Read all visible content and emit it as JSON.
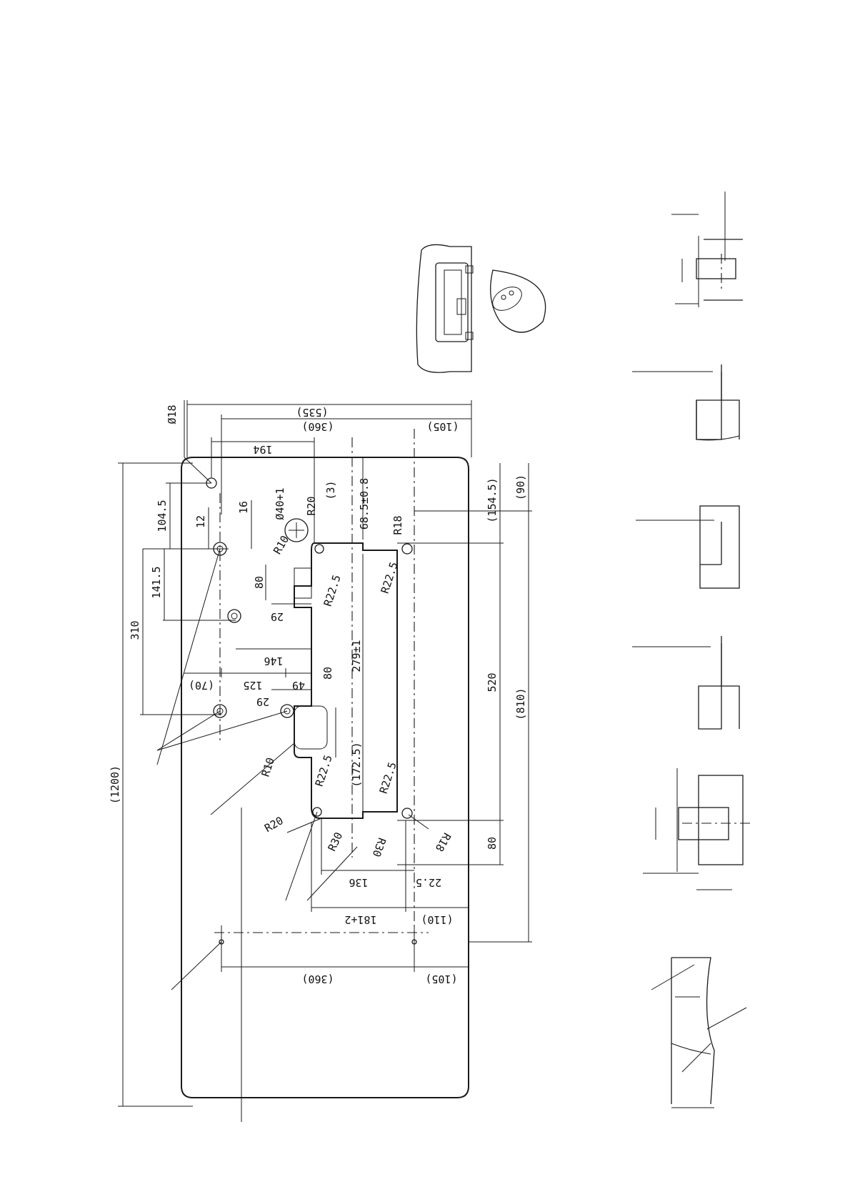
{
  "colors": {
    "ink": "#1a1a1a",
    "paper": "#ffffff"
  },
  "dims": {
    "d1200": "(1200)",
    "d810": "(810)",
    "d535": "(535)",
    "d360_top": "(360)",
    "d105_top": "(105)",
    "d194": "194",
    "d154_5": "(154.5)",
    "d90": "(90)",
    "d520": "520",
    "d80_right": "80",
    "d18_dia": "Ø18",
    "d104_5": "104.5",
    "d12": "12",
    "d16": "16",
    "d40_dia": "Ø40+1",
    "dR20_top": "R20",
    "d3": "(3)",
    "d68_5": "68.5±0.8",
    "dR18_top": "R18",
    "dR10_top": "R10",
    "d80_inner": "80",
    "dR22_5_a": "R22.5",
    "dR22_5_b": "R22.5",
    "d29_top": "29",
    "d279": "279±1",
    "d141_5": "141.5",
    "d310": "310",
    "d146": "146",
    "d70": "(70)",
    "d125": "125",
    "d49": "49",
    "d80_mid": "80",
    "d29_mid": "29",
    "dR10_bot": "R10",
    "dR22_5_c": "R22.5",
    "d172_5": "(172.5)",
    "dR22_5_d": "R22.5",
    "dR20_bot": "R20",
    "dR18_bot": "R18",
    "dR30_a": "R30",
    "dR30_b": "R30",
    "d136": "136",
    "d22_5": "22.5",
    "d181": "181+2",
    "d110": "(110)",
    "d360_bot": "(360)",
    "d105_bot": "(105)"
  }
}
